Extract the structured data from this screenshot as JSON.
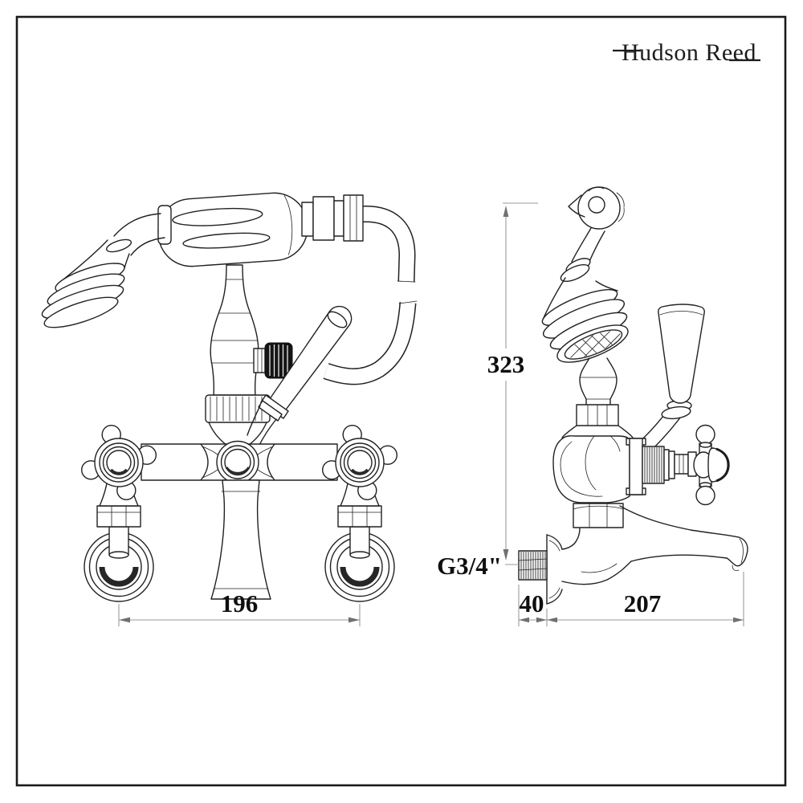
{
  "page": {
    "background": "#ffffff",
    "frame_color": "#1a1a1a"
  },
  "brand": {
    "logo": "Hudson Reed"
  },
  "views": {
    "left": "front-elevation",
    "right": "side-elevation"
  },
  "dimensions": {
    "union_centres": "196",
    "overall_height": "323",
    "wall_thread": "G3/4\"",
    "thread_length": "40",
    "spout_projection": "207"
  },
  "style": {
    "line": "#212121",
    "dim_line": "#9a9a9a",
    "dim_arrow": "#707070",
    "dim_text": "#0f0f0f",
    "knob_fill": "#141414"
  }
}
